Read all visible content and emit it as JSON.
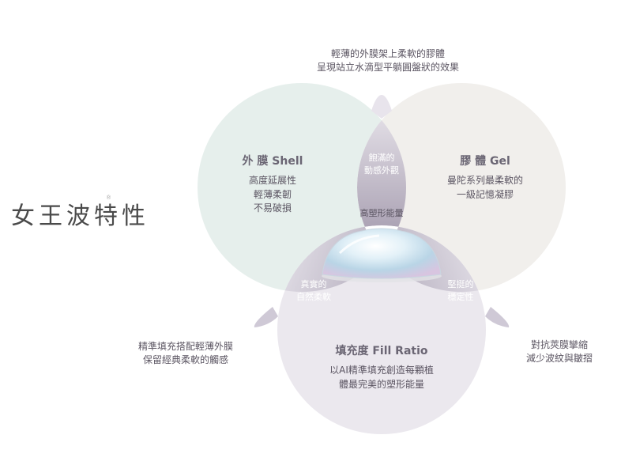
{
  "title": "女王波特性",
  "title_mark": "®",
  "top_note": {
    "line1": "輕薄的外膜架上柔軟的膠體",
    "line2": "呈現站立水滴型平躺圓盤狀的效果"
  },
  "left_note": {
    "line1": "精準填充搭配輕薄外膜",
    "line2": "保留經典柔軟的觸感"
  },
  "right_note": {
    "line1": "對抗莢膜攣縮",
    "line2": "減少波紋與皺摺"
  },
  "shell": {
    "label": "外 膜 Shell",
    "line1": "高度延展性",
    "line2": "輕薄柔韌",
    "line3": "不易破損"
  },
  "gel": {
    "label": "膠 體 Gel",
    "line1": "曼陀系列最柔軟的",
    "line2": "一級記憶凝膠"
  },
  "fill": {
    "label": "填充度 Fill Ratio",
    "line1": "以AI精準填充創造每顆植",
    "line2": "體最完美的塑形能量"
  },
  "overlap_top": {
    "line1": "飽滿的",
    "line2": "動感外觀"
  },
  "overlap_left": {
    "line1": "真實的",
    "line2": "自然柔軟"
  },
  "overlap_right": {
    "line1": "堅挺的",
    "line2": "穩定性"
  },
  "center": {
    "label": "高塑形能量"
  },
  "colors": {
    "shell_circle": "#e6efec",
    "gel_circle": "#f1efec",
    "fill_circle": "#eceaef",
    "overlap_dark": "#8a7f96",
    "overlap_light": "#f4f2f5",
    "text": "#5b5562"
  }
}
